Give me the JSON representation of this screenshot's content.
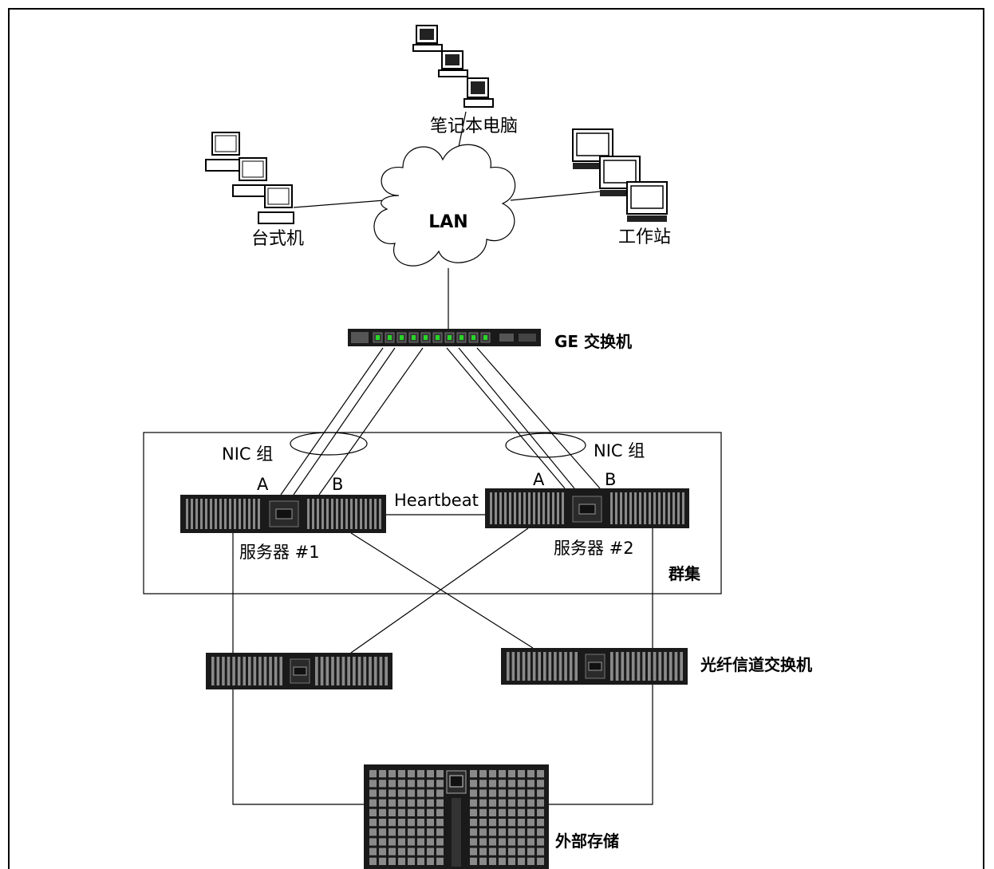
{
  "labels": {
    "laptops": "笔记本电脑",
    "desktops": "台式机",
    "workstations": "工作站",
    "lan": "LAN",
    "ge_switch": "GE 交换机",
    "nic_group_left": "NIC 组",
    "nic_group_right": "NIC 组",
    "port_a_left": "A",
    "port_b_left": "B",
    "port_a_right": "A",
    "port_b_right": "B",
    "heartbeat": "Heartbeat",
    "server1": "服务器 #1",
    "server2": "服务器 #2",
    "cluster": "群集",
    "fc_switch": "光纤信道交换机",
    "external_storage": "外部存储"
  },
  "colors": {
    "line": "#000000",
    "device": "#1a1a1a",
    "vent": "#8a8a8a",
    "led": "#27d627"
  }
}
